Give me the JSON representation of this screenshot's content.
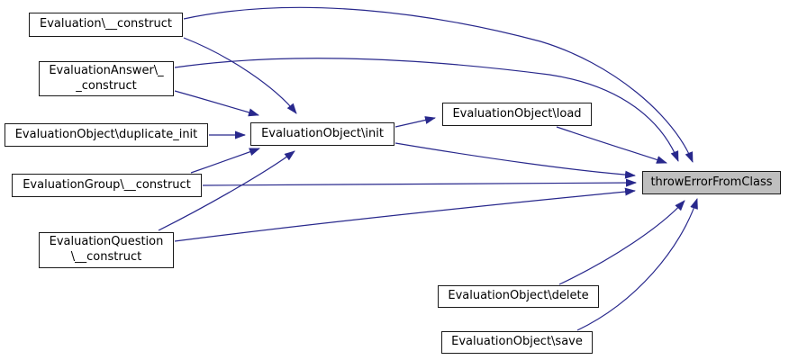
{
  "diagram_type": "call-graph",
  "colors": {
    "edge": "#28288c",
    "node_border": "#1a1a1a",
    "node_fill": "#ffffff",
    "highlight_fill": "#bfbfbf",
    "text": "#000000"
  },
  "nodes": [
    {
      "id": "evaluation-construct",
      "label": "Evaluation\\__construct",
      "highlighted": false
    },
    {
      "id": "evaluationanswer-construct",
      "label": "EvaluationAnswer\\_\n_construct",
      "highlighted": false
    },
    {
      "id": "evaluationobject-duplicate-init",
      "label": "EvaluationObject\\duplicate_init",
      "highlighted": false
    },
    {
      "id": "evaluationgroup-construct",
      "label": "EvaluationGroup\\__construct",
      "highlighted": false
    },
    {
      "id": "evaluationquestion-construct",
      "label": "EvaluationQuestion\n\\__construct",
      "highlighted": false
    },
    {
      "id": "evaluationobject-init",
      "label": "EvaluationObject\\init",
      "highlighted": false
    },
    {
      "id": "evaluationobject-load",
      "label": "EvaluationObject\\load",
      "highlighted": false
    },
    {
      "id": "throwerrorfromclass",
      "label": "throwErrorFromClass",
      "highlighted": true
    },
    {
      "id": "evaluationobject-delete",
      "label": "EvaluationObject\\delete",
      "highlighted": false
    },
    {
      "id": "evaluationobject-save",
      "label": "EvaluationObject\\save",
      "highlighted": false
    }
  ],
  "edges": [
    {
      "from": "Evaluation\\__construct",
      "to": "EvaluationObject\\init"
    },
    {
      "from": "Evaluation\\__construct",
      "to": "throwErrorFromClass"
    },
    {
      "from": "EvaluationAnswer\\__construct",
      "to": "EvaluationObject\\init"
    },
    {
      "from": "EvaluationAnswer\\__construct",
      "to": "throwErrorFromClass"
    },
    {
      "from": "EvaluationObject\\duplicate_init",
      "to": "EvaluationObject\\init"
    },
    {
      "from": "EvaluationGroup\\__construct",
      "to": "EvaluationObject\\init"
    },
    {
      "from": "EvaluationGroup\\__construct",
      "to": "throwErrorFromClass"
    },
    {
      "from": "EvaluationQuestion\\__construct",
      "to": "EvaluationObject\\init"
    },
    {
      "from": "EvaluationQuestion\\__construct",
      "to": "throwErrorFromClass"
    },
    {
      "from": "EvaluationObject\\init",
      "to": "EvaluationObject\\load"
    },
    {
      "from": "EvaluationObject\\init",
      "to": "throwErrorFromClass"
    },
    {
      "from": "EvaluationObject\\load",
      "to": "throwErrorFromClass"
    },
    {
      "from": "EvaluationObject\\delete",
      "to": "throwErrorFromClass"
    },
    {
      "from": "EvaluationObject\\save",
      "to": "throwErrorFromClass"
    }
  ]
}
